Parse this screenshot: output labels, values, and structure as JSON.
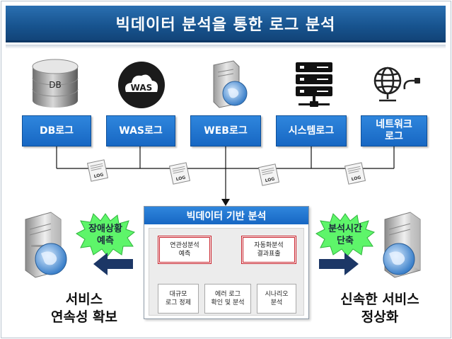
{
  "title": "빅데이터 분석을 통한 로그 분석",
  "sources": [
    {
      "label": "DB로그",
      "icon": "database-icon"
    },
    {
      "label": "WAS로그",
      "icon": "cloud-icon"
    },
    {
      "label": "WEB로그",
      "icon": "web-server-icon"
    },
    {
      "label": "시스템로그",
      "icon": "server-rack-icon"
    },
    {
      "label": "네트워크\n로그",
      "icon": "network-globe-icon"
    }
  ],
  "icon_text": {
    "db": "DB",
    "was": "WAS"
  },
  "log_label": "LOG",
  "panel": {
    "title": "빅데이터 기반 분석",
    "highlight_items": [
      "연관성분석\n예측",
      "자동화분석\n결과표출"
    ],
    "items": [
      "대규모\n로그 정제",
      "에러 로그\n확인 및 분석",
      "시나리오\n분석"
    ]
  },
  "left_burst": "장애상황\n예측",
  "right_burst": "분석시간\n단축",
  "left_outcome": "서비스\n연속성 확보",
  "right_outcome": "신속한 서비스\n정상화",
  "colors": {
    "title_blue": "#17538e",
    "box_blue": "#1767c3",
    "burst_green": "#5ef56a",
    "highlight_red": "#c8202a",
    "arrow_navy": "#1c3766"
  }
}
